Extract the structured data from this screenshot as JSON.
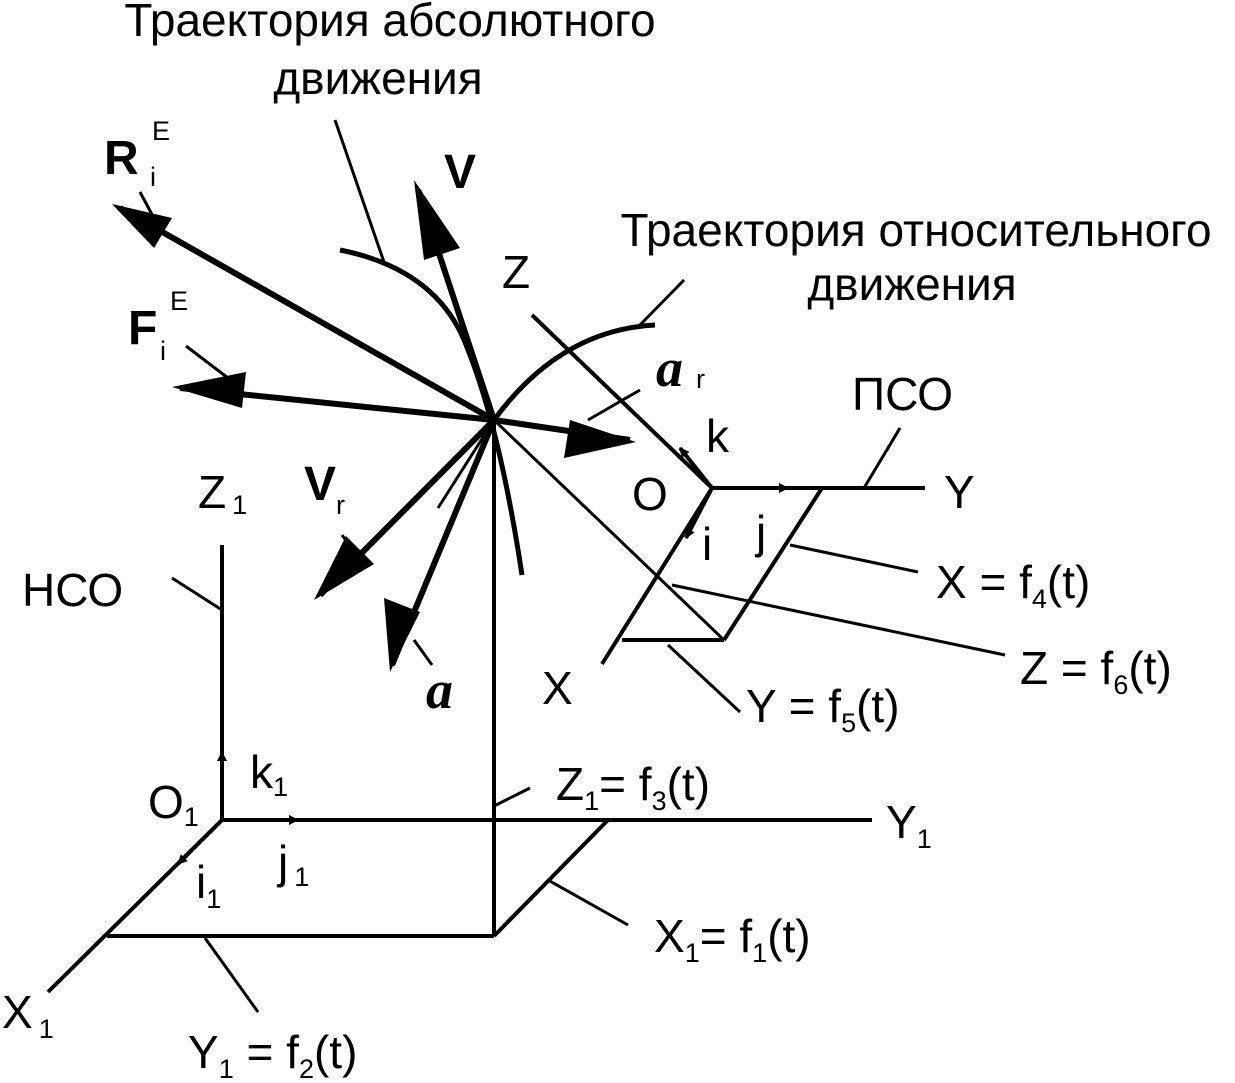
{
  "titles": {
    "absolute_trajectory": [
      "Траектория абсолютного",
      "движения"
    ],
    "relative_trajectory": [
      "Траектория относительного",
      "движения"
    ]
  },
  "vectors": {
    "R": {
      "main": "R",
      "sub": "i",
      "sup": "E"
    },
    "F": {
      "main": "F",
      "sub": "i",
      "sup": "E"
    },
    "V": {
      "main": "V"
    },
    "Vr": {
      "main": "V",
      "sub": "r"
    },
    "a": {
      "main": "a"
    },
    "ar": {
      "main": "a",
      "sub": "r"
    }
  },
  "moving_frame": {
    "name": "ПСО",
    "origin": "O",
    "axis_x": "X",
    "axis_y": "Y",
    "axis_z": "Z",
    "unit_i": "i",
    "unit_j": "j",
    "unit_k": "k",
    "eq_x": {
      "left": "X = f",
      "sub": "4",
      "right": "(t)"
    },
    "eq_y": {
      "left": "Y = f",
      "sub": "5",
      "right": "(t)"
    },
    "eq_z": {
      "left": "Z = f",
      "sub": "6",
      "right": "(t)"
    }
  },
  "fixed_frame": {
    "name": "НСО",
    "origin": {
      "main": "O",
      "sub": "1"
    },
    "axis_x": {
      "main": "X",
      "sub": "1"
    },
    "axis_y": {
      "main": "Y",
      "sub": "1"
    },
    "axis_z": {
      "main": "Z",
      "sub": "1"
    },
    "unit_i": {
      "main": "i",
      "sub": "1"
    },
    "unit_j": {
      "main": "j",
      "sub": "1"
    },
    "unit_k": {
      "main": "k",
      "sub": "1"
    },
    "eq_x": {
      "left": "X",
      "sub1": "1",
      "mid": "= f",
      "sub2": "1",
      "right": "(t)"
    },
    "eq_y": {
      "left": "Y",
      "sub1": "1",
      "mid": " = f",
      "sub2": "2",
      "right": "(t)"
    },
    "eq_z": {
      "left": "Z",
      "sub1": "1",
      "mid": "= f",
      "sub2": "3",
      "right": "(t)"
    }
  }
}
